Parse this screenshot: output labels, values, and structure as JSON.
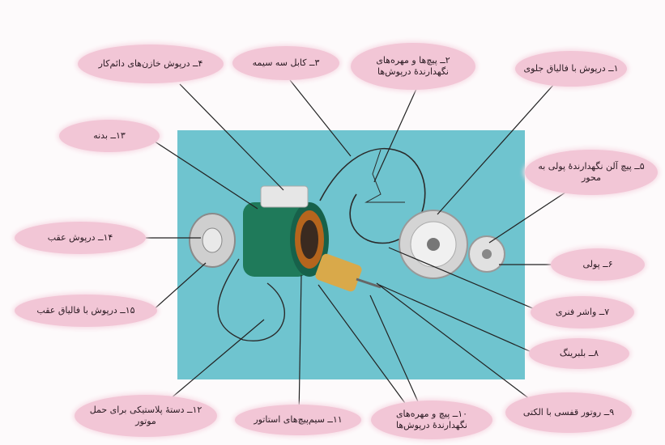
{
  "colors": {
    "background": "#fdfafb",
    "photo_background": "#6fc4cf",
    "label_fill": "#f2c6d6",
    "leader_line": "#222222",
    "stator_green": "#1f7a5a",
    "copper": "#b5651d",
    "metal": "#c9c9c9",
    "terminal_box": "#e6e6e6"
  },
  "labels": {
    "l1": "۱ــ درپوش با فالیاق جلوی",
    "l2": "۲ــ پیچ‌ها و مهره‌های نگهدارندهٔ درپوش‌ها",
    "l3": "۳ــ کابل سه سیمه",
    "l4": "۴ــ درپوش خازن‌های دائم‌کار",
    "l5": "۵ــ پیچ آلن نگهدارندهٔ پولی به محور",
    "l6": "۶ــ پولی",
    "l7": "۷ــ واشر فنری",
    "l8": "۸ــ بلبرینگ",
    "l9": "۹ــ روتور قفسی با الکتی",
    "l10": "۱۰ــ پیچ و مهره‌های نگهدارندهٔ درپوش‌ها",
    "l11": "۱۱ــ سیم‌پیچ‌های استاتور",
    "l12": "۱۲ــ دستهٔ پلاستیکی برای حمل موتور",
    "l13": "۱۳ــ بدنه",
    "l14": "۱۴ــ درپوش عقب",
    "l15": "۱۵ــ درپوش با فالیاق عقب"
  },
  "icons": {
    "photo": "disassembled-electric-motor"
  }
}
